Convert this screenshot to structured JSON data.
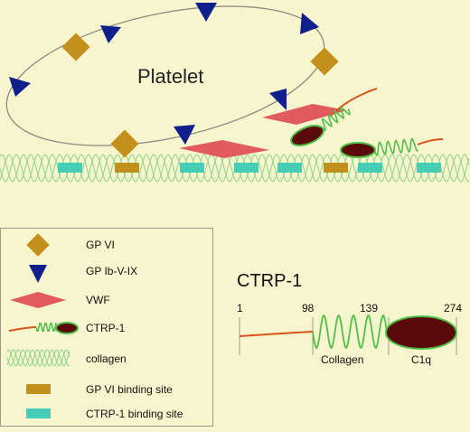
{
  "diagram": {
    "platelet_label": "Platelet",
    "legend": [
      {
        "key": "gpvi",
        "label": "GP VI"
      },
      {
        "key": "gpib",
        "label": "GP Ib-V-IX"
      },
      {
        "key": "vwf",
        "label": "VWF"
      },
      {
        "key": "ctrp1",
        "label": "CTRP-1"
      },
      {
        "key": "collagen",
        "label": "collagen"
      },
      {
        "key": "gpvi_site",
        "label": "GP VI binding site"
      },
      {
        "key": "ctrp1_site",
        "label": "CTRP-1 binding site"
      }
    ],
    "ctrp1_domain_map": {
      "title": "CTRP-1",
      "positions": [
        "1",
        "98",
        "139",
        "274"
      ],
      "domains": [
        "Collagen",
        "C1q"
      ]
    }
  },
  "colors": {
    "background": "#f7f5cd",
    "gpvi": "#c4901c",
    "gpib": "#0f1f8c",
    "vwf": "#e05a5e",
    "ctrp1_tail": "#d8531a",
    "ctrp1_helix": "#4fbf48",
    "ctrp1_head": "#5a0a0a",
    "collagen": "#8fd48a",
    "ctrp1_site": "#45cdb8",
    "platelet_outline": "#8c8c86"
  }
}
